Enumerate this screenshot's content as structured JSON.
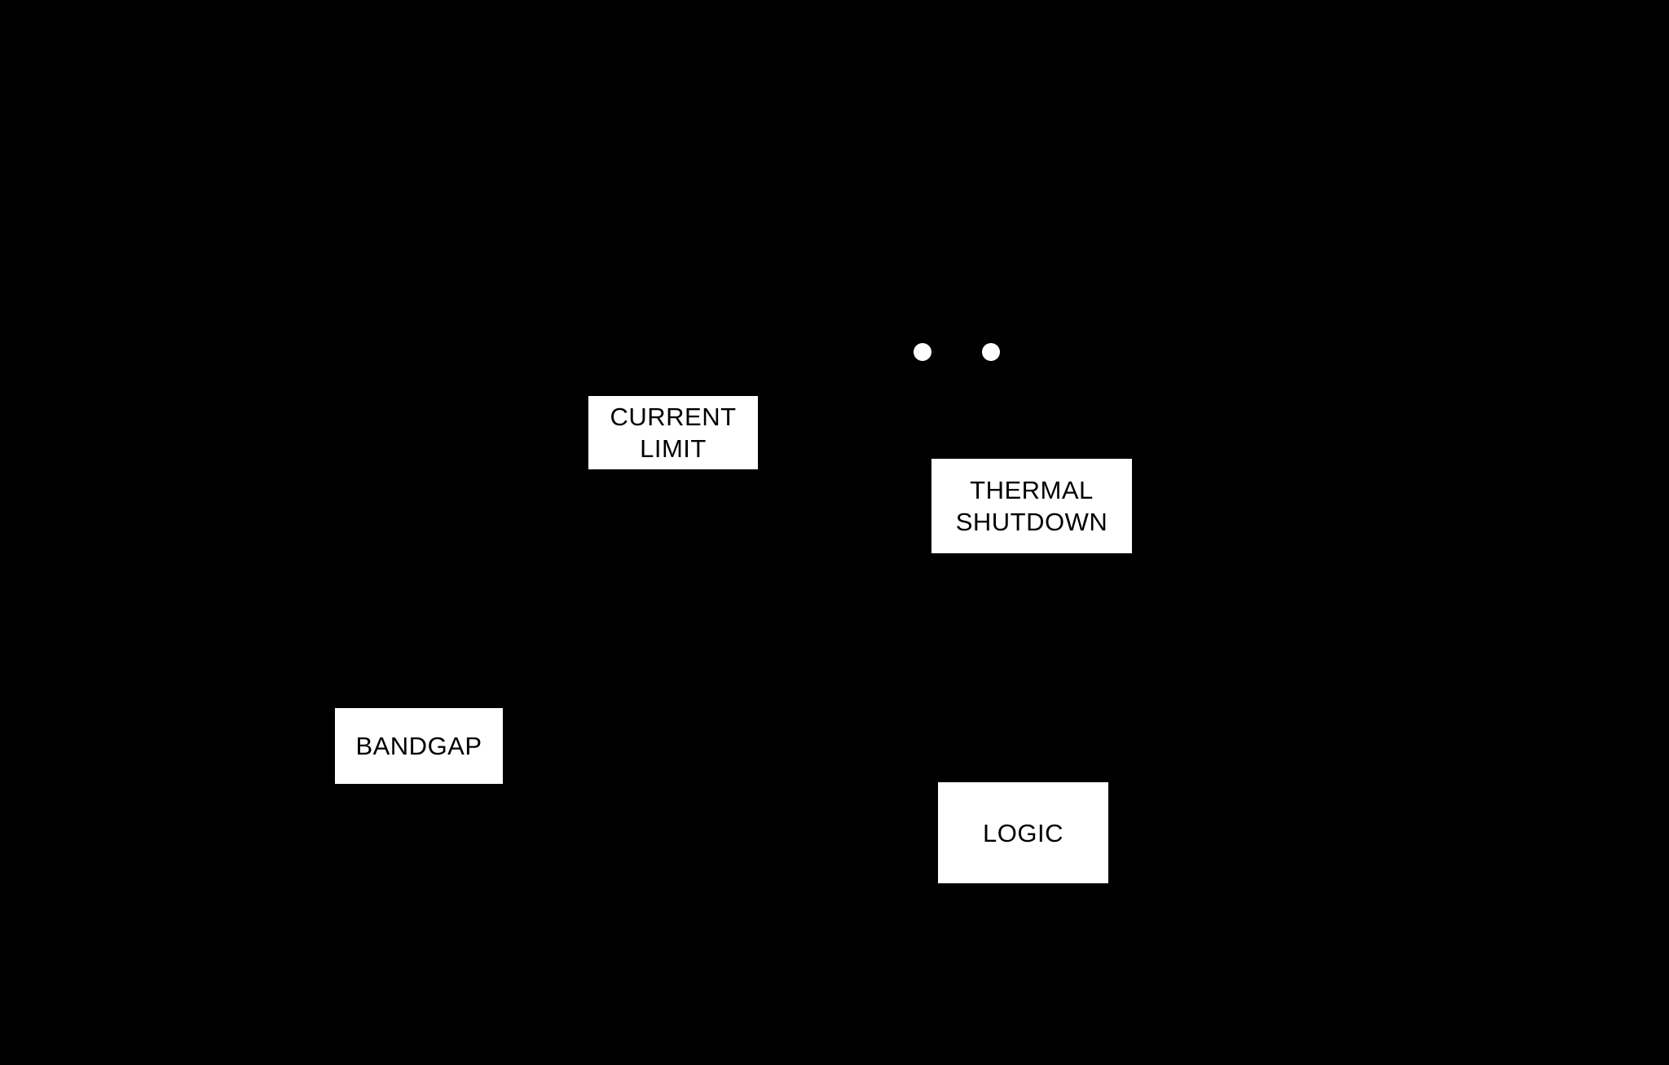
{
  "diagram": {
    "type": "functional-block-diagram",
    "colors": {
      "background": "#000000",
      "block_fill": "#ffffff",
      "block_text": "#000000",
      "dot_fill": "#ffffff"
    },
    "blocks": {
      "current_limit": {
        "line1": "CURRENT",
        "line2": "LIMIT"
      },
      "thermal_shutdown": {
        "line1": "THERMAL",
        "line2": "SHUTDOWN"
      },
      "bandgap": {
        "line1": "BANDGAP"
      },
      "logic": {
        "line1": "LOGIC"
      }
    },
    "dot_count": 2
  }
}
